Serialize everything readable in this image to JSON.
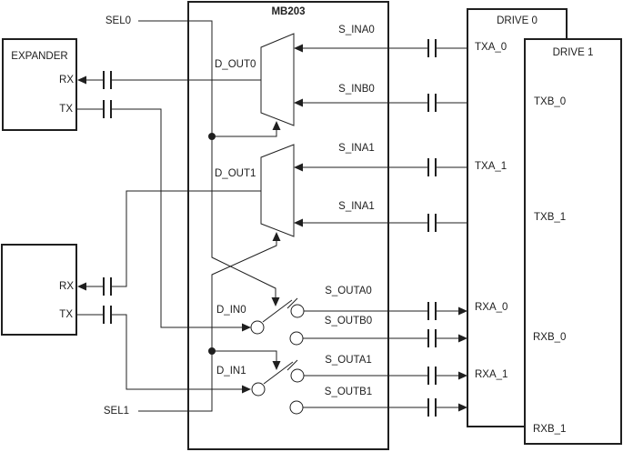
{
  "colors": {
    "line": "#1f1f1f",
    "text": "#202020",
    "background": "#ffffff"
  },
  "mb203": {
    "title": "MB203",
    "pins": {
      "d_out0": "D_OUT0",
      "d_out1": "D_OUT1",
      "d_in0": "D_IN0",
      "d_in1": "D_IN1"
    }
  },
  "select_lines": {
    "sel0": "SEL0",
    "sel1": "SEL1"
  },
  "expander_top": {
    "title": "EXPANDER",
    "pins": {
      "rx": "RX",
      "tx": "TX"
    }
  },
  "expander_bottom": {
    "pins": {
      "rx": "RX",
      "tx": "TX"
    }
  },
  "mux_signals": {
    "s_ina0": "S_INA0",
    "s_inb0": "S_INB0",
    "s_ina1": "S_INA1",
    "s_ina1_dup": "S_INA1"
  },
  "switch_signals": {
    "s_outa0": "S_OUTA0",
    "s_outb0": "S_OUTB0",
    "s_outa1": "S_OUTA1",
    "s_outb1": "S_OUTB1"
  },
  "drive0": {
    "title": "DRIVE 0",
    "pins": {
      "txa_0": "TXA_0",
      "txa_1": "TXA_1",
      "rxa_0": "RXA_0",
      "rxa_1": "RXA_1"
    }
  },
  "drive1": {
    "title": "DRIVE 1",
    "pins": {
      "txb_0": "TXB_0",
      "txb_1": "TXB_1",
      "rxb_0": "RXB_0",
      "rxb_1": "RXB_1"
    }
  }
}
